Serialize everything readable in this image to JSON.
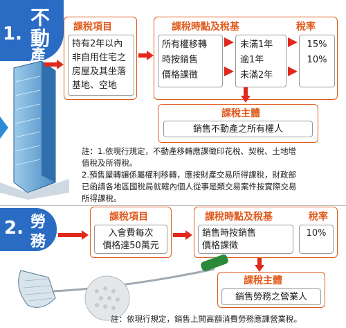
{
  "section1": {
    "number": "1.",
    "title_line1": "不",
    "title_line2": "動",
    "title_line3": "產",
    "item_header": "課稅項目",
    "item_text": [
      "持有2年以內",
      "非自用住宅之",
      "房屋及其坐落",
      "基地、空地"
    ],
    "timing_header": "課稅時點及稅基",
    "rate_header": "稅率",
    "timing_text": [
      "所有權移轉",
      "時按銷售",
      "價格課徵"
    ],
    "period1": "未滿1年",
    "period2": "逾1年",
    "period3": "未滿2年",
    "rate1": "15%",
    "rate2": "10%",
    "subject_header": "課稅主體",
    "subject_text": "銷售不動產之所有權人",
    "note1": "註：1.依現行規定，不動產移轉應課徵印花稅、契稅、土地增",
    "note1b": "值稅及所得稅。",
    "note2": "2.預售屋轉讓係屬權利移轉，應按財產交易所得課稅，財政部",
    "note2b": "已函請各地區國稅局就轄內個人從事是類交易案件按實際交易",
    "note2c": "所得課稅。"
  },
  "section2": {
    "number": "2.",
    "title_line1": "勞",
    "title_line2": "務",
    "item_header": "課稅項目",
    "item_text": [
      "入會費每次",
      "價格達50萬元"
    ],
    "timing_header": "課稅時點及稅基",
    "rate_header": "稅率",
    "timing_text": [
      "銷售時按銷售",
      "價格課徵"
    ],
    "rate1": "10%",
    "subject_header": "課稅主體",
    "subject_text": "銷售勞務之營業人",
    "note": "註：依現行規定，銷售上開高額消費勞務應課營業稅。"
  },
  "colors": {
    "accent": "#e05a1c",
    "arrow": "#e0281c",
    "badge": "#2a6cc4"
  }
}
